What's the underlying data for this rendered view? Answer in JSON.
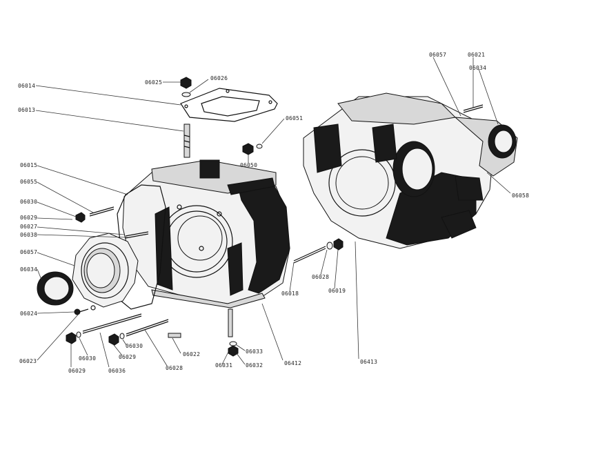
{
  "labels": [
    {
      "id": "l1",
      "text": "06025"
    },
    {
      "id": "l2",
      "text": "06026"
    },
    {
      "id": "l3",
      "text": "06014"
    },
    {
      "id": "l4",
      "text": "06013"
    },
    {
      "id": "l5",
      "text": "06015"
    },
    {
      "id": "l6",
      "text": "06055"
    },
    {
      "id": "l7",
      "text": "06030"
    },
    {
      "id": "l8",
      "text": "06029"
    },
    {
      "id": "l9",
      "text": "06027"
    },
    {
      "id": "l10",
      "text": "06038"
    },
    {
      "id": "l11",
      "text": "06057"
    },
    {
      "id": "l12",
      "text": "06034"
    },
    {
      "id": "l13",
      "text": "06024"
    },
    {
      "id": "l14",
      "text": "06023"
    },
    {
      "id": "l15",
      "text": "06030"
    },
    {
      "id": "l16",
      "text": "06029"
    },
    {
      "id": "l17",
      "text": "06036"
    },
    {
      "id": "l18",
      "text": "06030"
    },
    {
      "id": "l19",
      "text": "06029"
    },
    {
      "id": "l20",
      "text": "06028"
    },
    {
      "id": "l21",
      "text": "06022"
    },
    {
      "id": "l22",
      "text": "06031"
    },
    {
      "id": "l23",
      "text": "06033"
    },
    {
      "id": "l24",
      "text": "06032"
    },
    {
      "id": "l25",
      "text": "06412"
    },
    {
      "id": "l26",
      "text": "06018"
    },
    {
      "id": "l27",
      "text": "06028"
    },
    {
      "id": "l28",
      "text": "06019"
    },
    {
      "id": "l29",
      "text": "06413"
    },
    {
      "id": "l30",
      "text": "06050"
    },
    {
      "id": "l31",
      "text": "06051"
    },
    {
      "id": "l32",
      "text": "06057"
    },
    {
      "id": "l33",
      "text": "06021"
    },
    {
      "id": "l34",
      "text": "06034"
    },
    {
      "id": "l35",
      "text": "06058"
    }
  ]
}
